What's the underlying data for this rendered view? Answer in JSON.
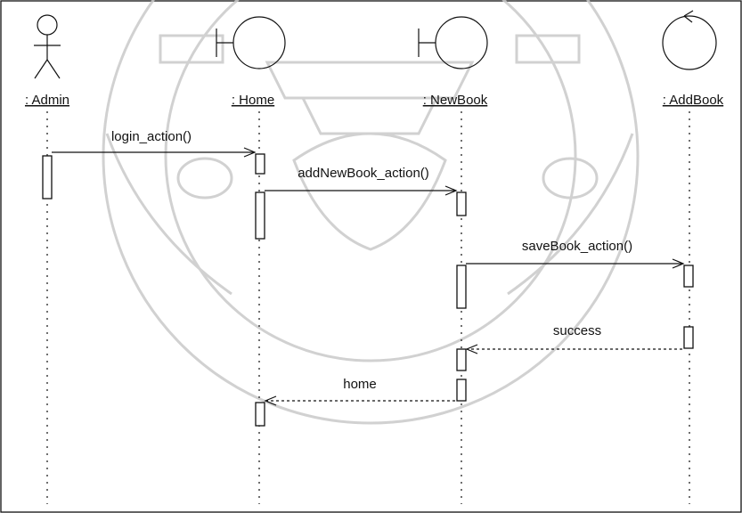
{
  "participants": [
    {
      "kind": "actor",
      "label": ": Admin"
    },
    {
      "kind": "boundary",
      "label": ": Home"
    },
    {
      "kind": "boundary",
      "label": ": NewBook"
    },
    {
      "kind": "control",
      "label": ": AddBook"
    }
  ],
  "messages": [
    {
      "label": "login_action()",
      "type": "call"
    },
    {
      "label": "addNewBook_action()",
      "type": "call"
    },
    {
      "label": "saveBook_action()",
      "type": "call"
    },
    {
      "label": "success",
      "type": "return"
    },
    {
      "label": "home",
      "type": "return"
    }
  ],
  "watermark": {
    "kind": "university-seal"
  }
}
